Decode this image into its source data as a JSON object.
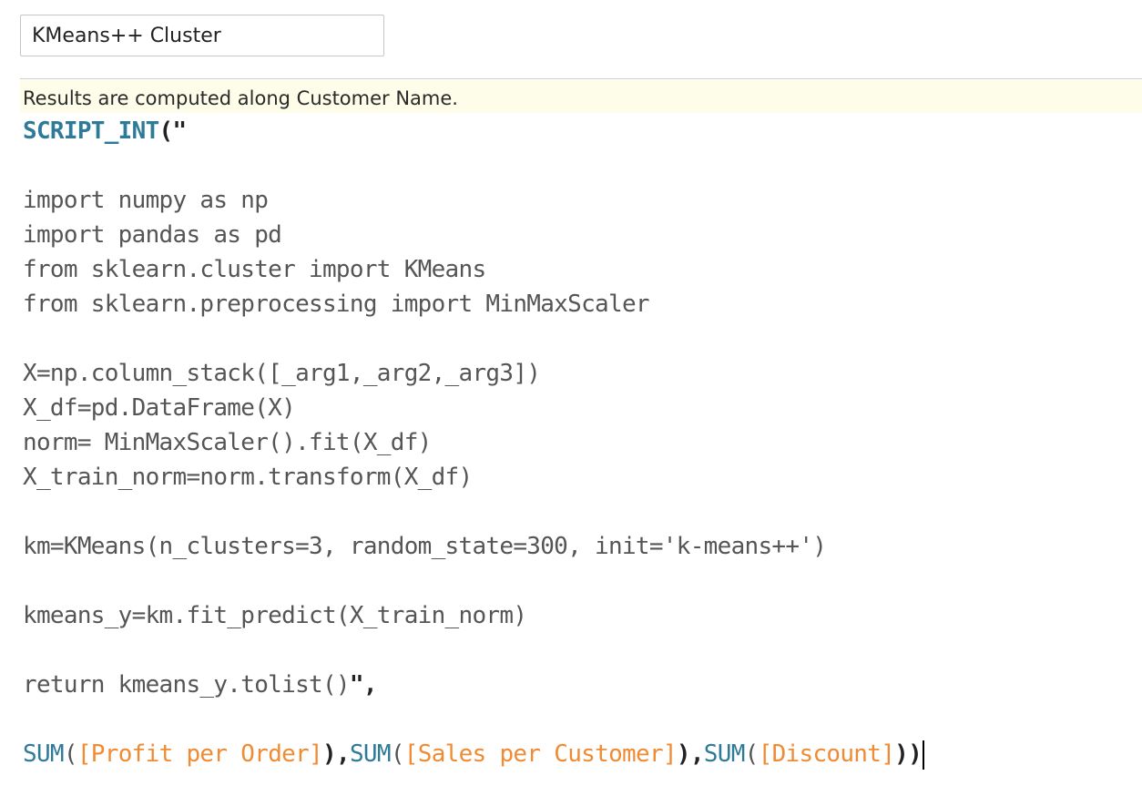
{
  "calc_name": "KMeans++ Cluster",
  "info_message": "Results are computed along Customer Name.",
  "editor": {
    "line1": {
      "fn": "SCRIPT_INT",
      "paren": "(",
      "quote": "\""
    },
    "code_lines": [
      "",
      "import numpy as np",
      "import pandas as pd",
      "from sklearn.cluster import KMeans",
      "from sklearn.preprocessing import MinMaxScaler",
      "",
      "X=np.column_stack([_arg1,_arg2,_arg3])",
      "X_df=pd.DataFrame(X)",
      "norm= MinMaxScaler().fit(X_df)",
      "X_train_norm=norm.transform(X_df)",
      "",
      "km=KMeans(n_clusters=3, random_state=300, init='k-means++')",
      "",
      "kmeans_y=km.fit_predict(X_train_norm)",
      "",
      "return kmeans_y.tolist()"
    ],
    "closing_quote_comma": "\",",
    "last_line": {
      "fn1": "SUM",
      "field1": "[Profit per Order]",
      "fn2": "SUM",
      "field2": "[Sales per Customer]",
      "fn3": "SUM",
      "field3": "[Discount]",
      "open": "(",
      "close": ")",
      "sep": "),",
      "end": "))"
    }
  },
  "colors": {
    "function": "#2e7a99",
    "field": "#f08b33",
    "text": "#555555",
    "info_bg": "#fdfde9"
  }
}
